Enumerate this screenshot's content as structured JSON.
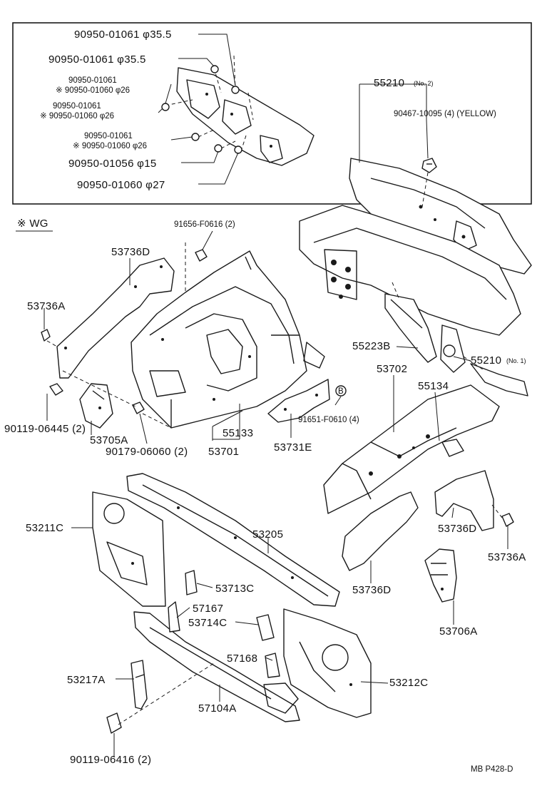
{
  "inset_labels": {
    "bolt_a": "90950-01061 φ35.5",
    "bolt_b": "90950-01061 φ35.5",
    "bolt_c1": "90950-01061",
    "bolt_c2": "※ 90950-01060 φ26",
    "bolt_d1": "90950-01061",
    "bolt_d2": "※ 90950-01060 φ26",
    "bolt_e1": "90950-01061",
    "bolt_e2": "※ 90950-01060 φ26",
    "bolt_f": "90950-01056 φ15",
    "bolt_g": "90950-01060 φ27"
  },
  "legend": {
    "wg": "※ WG"
  },
  "labels": {
    "p55210_no2": "55210",
    "p55210_no2_suffix": "(No. 2)",
    "p90467": "90467-10095 (4) (YELLOW)",
    "p91656": "91656-F0616 (2)",
    "p53736d_top": "53736D",
    "p53736a_left": "53736A",
    "p55223b": "55223B",
    "p55210_no1": "55210",
    "p55210_no1_suffix": "(No. 1)",
    "p53702": "53702",
    "p55134": "55134",
    "p91651": "91651-F0610 (4)",
    "circle_b": "B",
    "p90119_06445": "90119-06445 (2)",
    "p53705a": "53705A",
    "p90179": "90179-06060 (2)",
    "p55133": "55133",
    "p53701": "53701",
    "p53731e": "53731E",
    "p53211c": "53211C",
    "p53205": "53205",
    "p53713c": "53713C",
    "p53736d_right": "53736D",
    "p53736a_right": "53736A",
    "p53736d_bottom": "53736D",
    "p57167": "57167",
    "p53714c": "53714C",
    "p57168": "57168",
    "p53706a": "53706A",
    "p53217a": "53217A",
    "p53212c": "53212C",
    "p57104a": "57104A",
    "p90119_06416": "90119-06416 (2)"
  },
  "footer": {
    "page_ref": "MB  P428-D"
  }
}
